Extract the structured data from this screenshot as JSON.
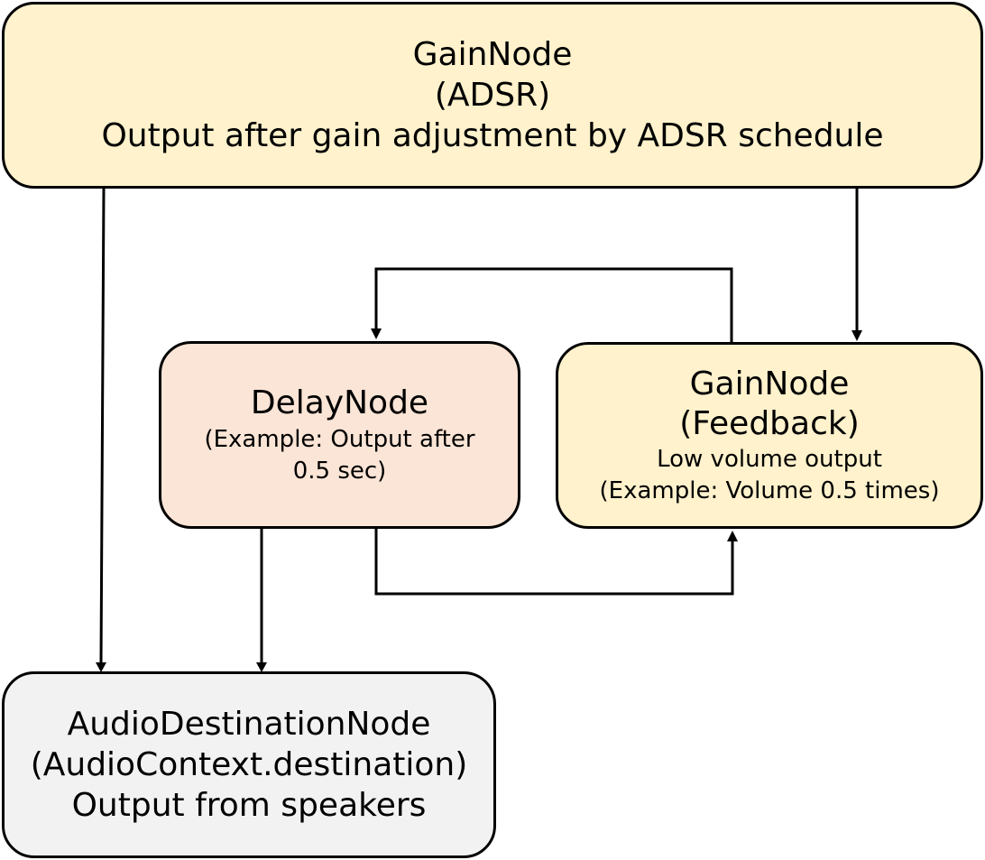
{
  "nodes": {
    "adsr": {
      "line1": "GainNode",
      "line2": "(ADSR)",
      "line3": "Output after gain adjustment by ADSR schedule",
      "fill": "#fff2cc"
    },
    "delay": {
      "line1": "DelayNode",
      "line2": "(Example: Output after",
      "line3": "0.5 sec)",
      "fill": "#fbe5d6"
    },
    "feedback": {
      "line1": "GainNode",
      "line2": "(Feedback)",
      "line3": "Low volume output",
      "line4": "(Example: Volume 0.5 times)",
      "fill": "#fff2cc"
    },
    "destination": {
      "line1": "AudioDestinationNode",
      "line2": "(AudioContext.destination)",
      "line3": "Output from speakers",
      "fill": "#f2f2f2"
    }
  },
  "edges": [
    {
      "from": "GainNode (ADSR)",
      "to": "AudioDestinationNode"
    },
    {
      "from": "GainNode (ADSR)",
      "to": "GainNode (Feedback)"
    },
    {
      "from": "GainNode (Feedback)",
      "to": "DelayNode"
    },
    {
      "from": "DelayNode",
      "to": "AudioDestinationNode"
    },
    {
      "from": "DelayNode",
      "to": "GainNode (Feedback)"
    }
  ]
}
